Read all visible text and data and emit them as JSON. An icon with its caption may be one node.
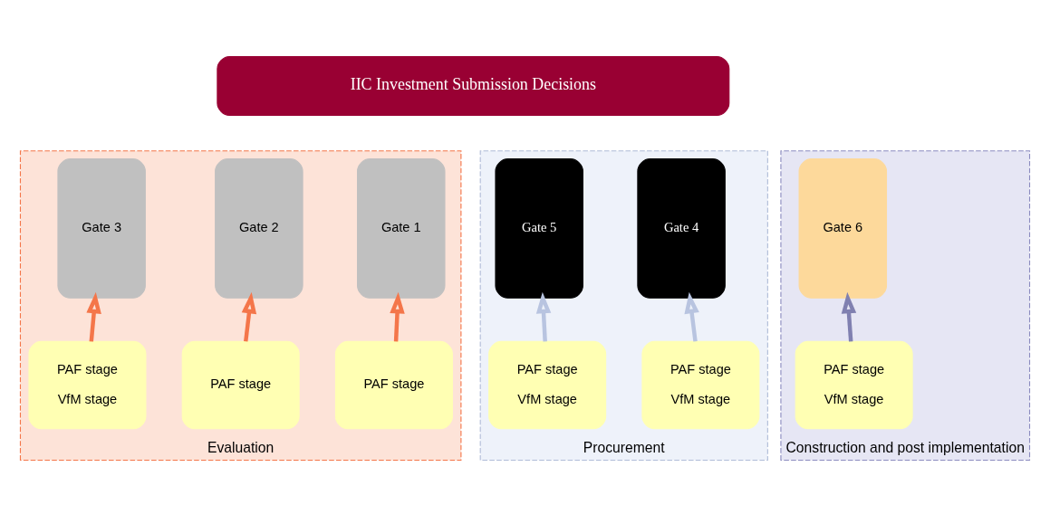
{
  "diagram": {
    "nodes": [
      {
        "text": [
          "IIC Investment Submission Decisions"
        ]
      },
      {
        "text": [
          "Evaluation"
        ]
      },
      {
        "text": [
          "Gate 1"
        ],
        "in": 1
      },
      {
        "text": [
          "Gate 2"
        ],
        "in": 1
      },
      {
        "text": [
          "Gate 3"
        ],
        "in": 1
      },
      {
        "text": [
          "PAF stage"
        ],
        "in": 1
      },
      {
        "text": [
          "PAF stage"
        ],
        "in": 1
      },
      {
        "text": [
          "PAF stage",
          "VfM stage"
        ],
        "in": 1
      },
      {
        "text": [
          "Procurement"
        ]
      },
      {
        "text": [
          "Gate 4"
        ],
        "in": 8
      },
      {
        "text": [
          "Gate 5"
        ],
        "in": 8
      },
      {
        "text": [
          "PAF stage",
          "VfM stage"
        ],
        "in": 8
      },
      {
        "text": [
          "PAF stage",
          "VfM stage"
        ],
        "in": 8
      },
      {
        "text": [
          "Construction and post implementation"
        ]
      },
      {
        "text": [
          "Gate 6"
        ],
        "in": 13
      },
      {
        "text": [
          "PAF stage",
          "VfM stage"
        ],
        "in": 13
      }
    ],
    "edges": [
      {
        "from": 5,
        "to": 2,
        "arrow": "to"
      },
      {
        "from": 6,
        "to": 3,
        "arrow": "to"
      },
      {
        "from": 7,
        "to": 4,
        "arrow": "to"
      },
      {
        "from": 11,
        "to": 9,
        "arrow": "to",
        "color": "#b8c4e0"
      },
      {
        "from": 12,
        "to": 10,
        "arrow": "to",
        "color": "#b8c4e0"
      },
      {
        "from": 15,
        "to": 14,
        "arrow": "to",
        "color": "#8080b0"
      }
    ]
  }
}
